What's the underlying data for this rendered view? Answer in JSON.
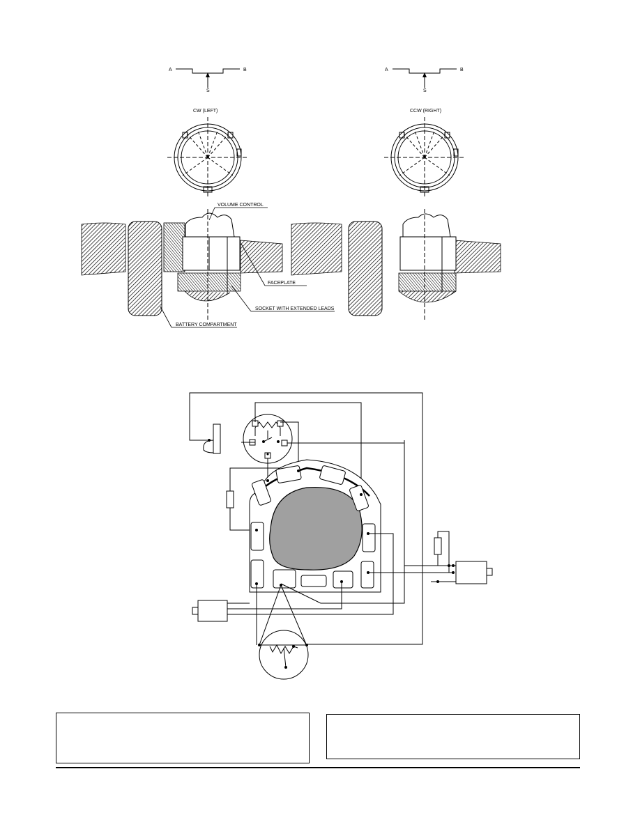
{
  "labels": {
    "left_term_a": "A",
    "left_term_b": "B",
    "left_term_s": "S",
    "right_term_a": "A",
    "right_term_b": "B",
    "right_term_s": "S",
    "left_view": "CW (LEFT)",
    "right_view": "CCW (RIGHT)",
    "volume_control": "VOLUME CONTROL",
    "faceplate": "FACEPLATE",
    "socket": "SOCKET WITH EXTENDED LEADS",
    "battery": "BATTERY COMPARTMENT"
  },
  "colors": {
    "line": "#000000",
    "hatch": "#000000",
    "fill_gray": "#a0a0a0",
    "paper": "#ffffff"
  }
}
